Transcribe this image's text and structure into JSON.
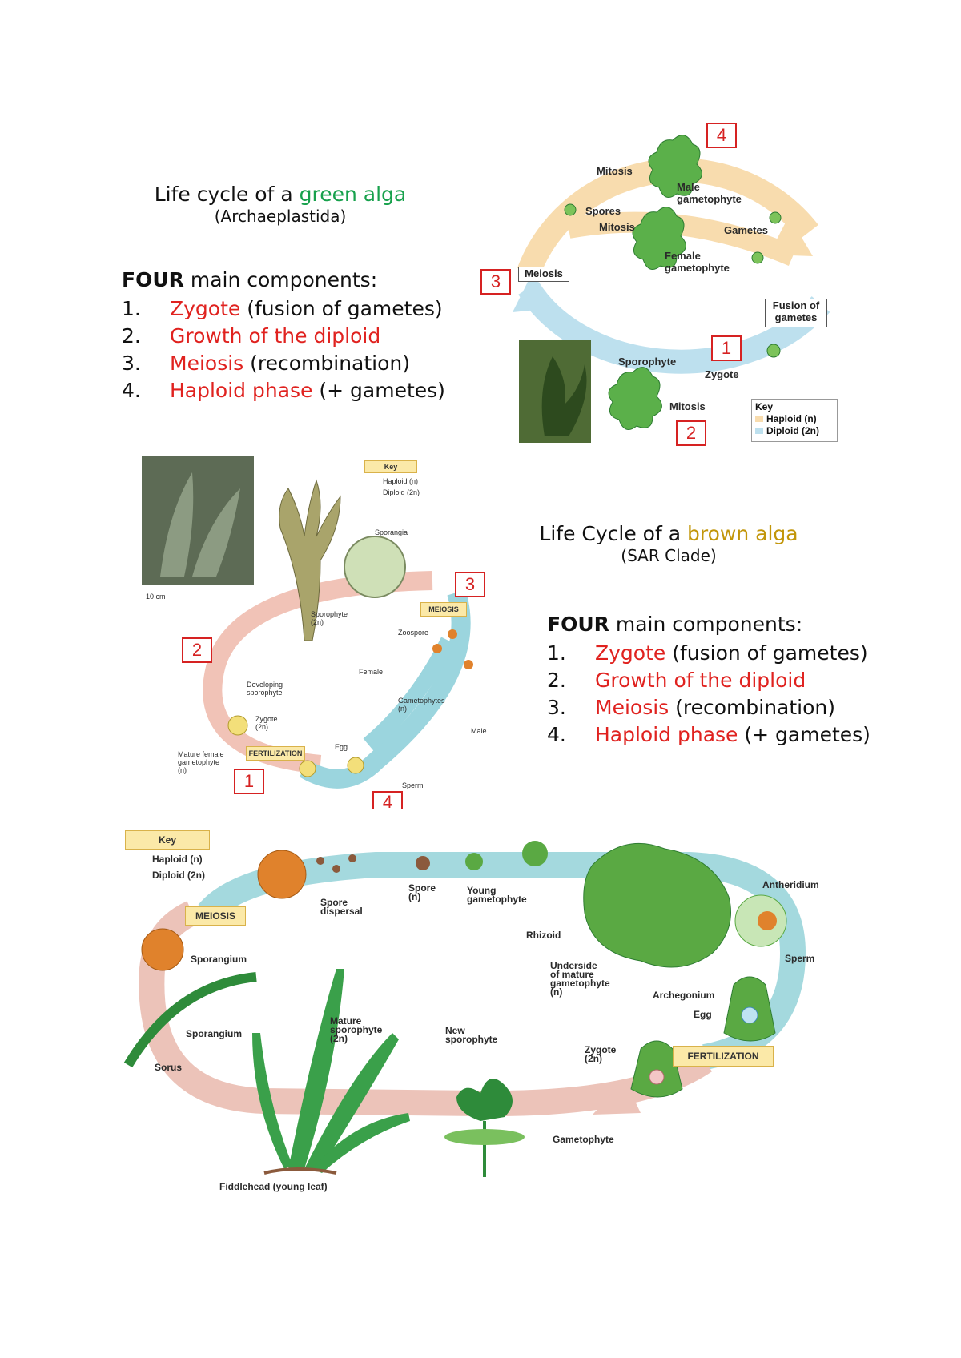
{
  "green_section": {
    "title_prefix": "Life cycle of a ",
    "title_highlight": "green alga",
    "subtitle": "(Archaeplastida)",
    "heading_bold": "FOUR",
    "heading_rest": " main components:",
    "items": [
      {
        "num": "1.",
        "red": "Zygote",
        "rest": " (fusion of gametes)"
      },
      {
        "num": "2.",
        "red": "Growth of the diploid",
        "rest": ""
      },
      {
        "num": "3.",
        "red": "Meiosis",
        "rest": " (recombination)"
      },
      {
        "num": "4.",
        "red": "Haploid phase",
        "rest": " (+ gametes)"
      }
    ]
  },
  "green_diagram": {
    "mitosis_top": "Mitosis",
    "male": "Male\ngametophyte",
    "spores": "Spores",
    "mitosis_mid": "Mitosis",
    "gametes": "Gametes",
    "female": "Female\ngametophyte",
    "meiosis": "Meiosis",
    "fusion": "Fusion of\ngametes",
    "sporophyte": "Sporophyte",
    "zygote": "Zygote",
    "mitosis_bottom": "Mitosis",
    "key_title": "Key",
    "key_haploid": "Haploid (n)",
    "key_diploid": "Diploid (2n)",
    "markers": [
      "4",
      "3",
      "1",
      "2"
    ]
  },
  "brown_section": {
    "title_prefix": "Life Cycle of a ",
    "title_highlight": "brown alga",
    "subtitle": "(SAR Clade)",
    "heading_bold": "FOUR",
    "heading_rest": " main components:",
    "items": [
      {
        "num": "1.",
        "red": "Zygote",
        "rest": " (fusion of gametes)"
      },
      {
        "num": "2.",
        "red": "Growth of the diploid",
        "rest": ""
      },
      {
        "num": "3.",
        "red": "Meiosis",
        "rest": " (recombination)"
      },
      {
        "num": "4.",
        "red": "Haploid phase",
        "rest": " (+ gametes)"
      }
    ]
  },
  "brown_diagram": {
    "key_title": "Key",
    "key_haploid": "Haploid (n)",
    "key_diploid": "Diploid (2n)",
    "scale": "10 cm",
    "sporangia": "Sporangia",
    "sporophyte": "Sporophyte\n(2n)",
    "meiosis": "MEIOSIS",
    "zoospore": "Zoospore",
    "developing": "Developing\nsporophyte",
    "female": "Female",
    "gametophytes": "Gametophytes\n(n)",
    "zygote": "Zygote\n(2n)",
    "male": "Male",
    "mature_female": "Mature female\ngametophyte\n(n)",
    "fertilization": "FERTILIZATION",
    "egg": "Egg",
    "sperm": "Sperm",
    "markers": [
      "3",
      "2",
      "1",
      "4"
    ]
  },
  "fern_diagram": {
    "key_title": "Key",
    "key_haploid": "Haploid (n)",
    "key_diploid": "Diploid (2n)",
    "meiosis": "MEIOSIS",
    "spore_dispersal": "Spore\ndispersal",
    "spore": "Spore\n(n)",
    "young_gametophyte": "Young\ngametophyte",
    "antheridium": "Antheridium",
    "rhizoid": "Rhizoid",
    "sporangium_top": "Sporangium",
    "underside": "Underside\nof mature\ngametophyte\n(n)",
    "sperm": "Sperm",
    "archegonium": "Archegonium",
    "egg": "Egg",
    "mature_sporophyte": "Mature\nsporophyte\n(2n)",
    "new_sporophyte": "New\nsporophyte",
    "zygote": "Zygote\n(2n)",
    "fertilization": "FERTILIZATION",
    "sporangium_left": "Sporangium",
    "sorus": "Sorus",
    "gametophyte": "Gametophyte",
    "fiddlehead": "Fiddlehead (young leaf)"
  }
}
